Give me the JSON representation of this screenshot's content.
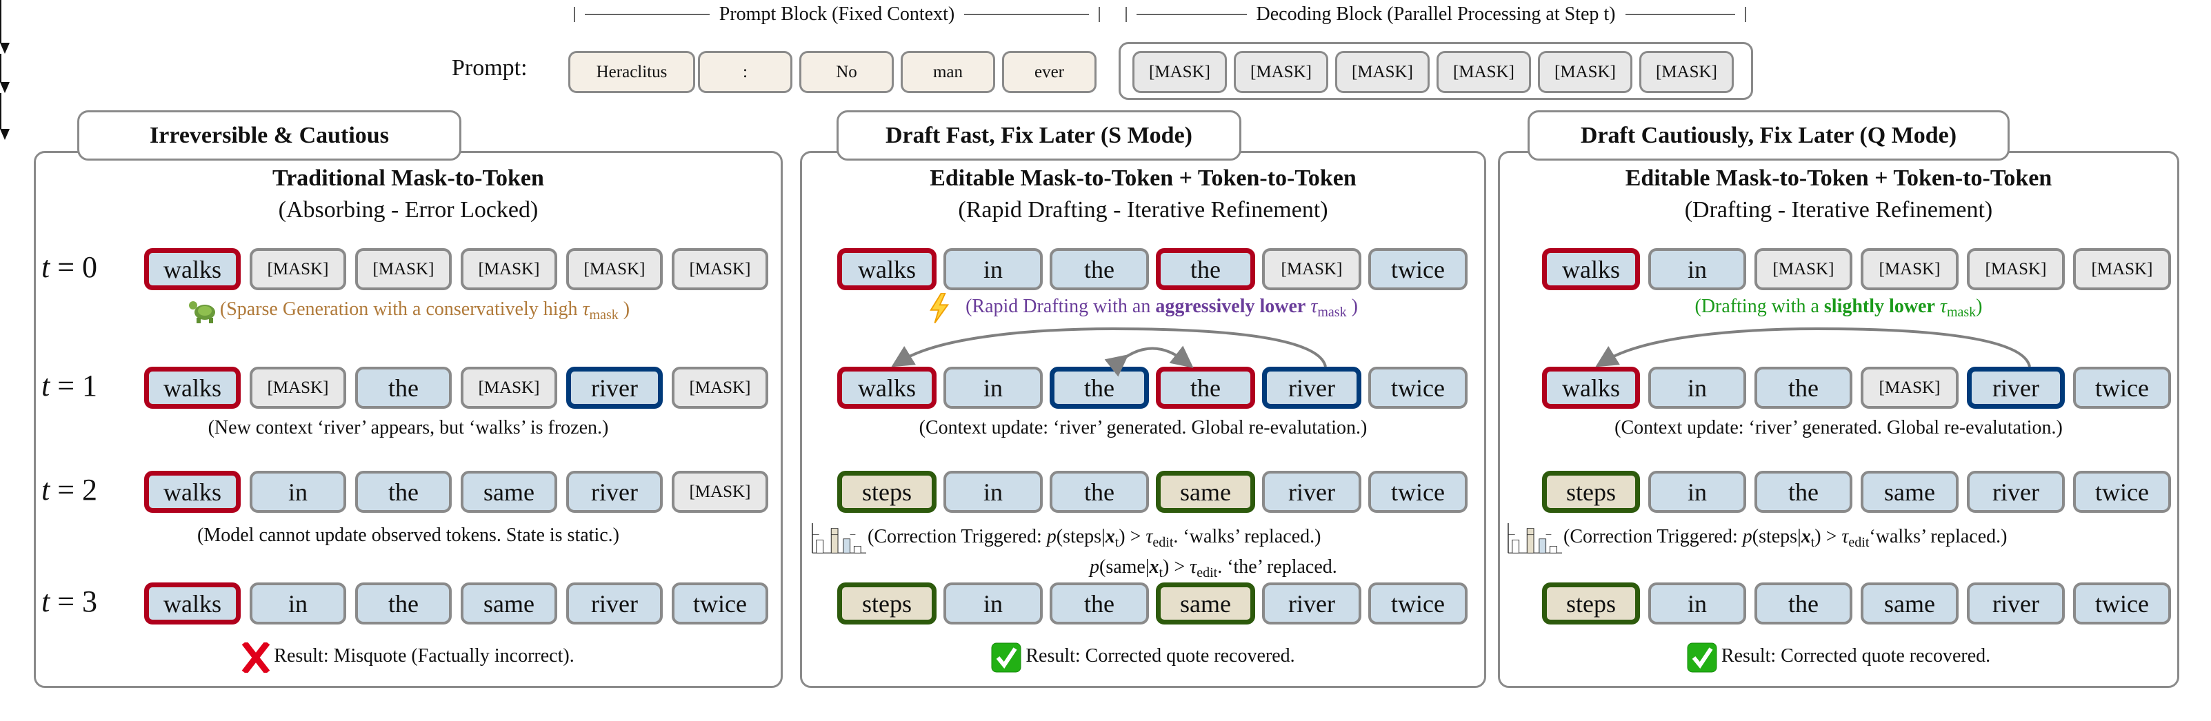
{
  "header": {
    "prompt_block": "Prompt Block (Fixed Context)",
    "decoding_block": "Decoding Block (Parallel Processing at Step t)",
    "prompt_label": "Prompt:",
    "prompt_tokens": [
      "Heraclitus",
      ":",
      "No",
      "man",
      "ever"
    ],
    "decoding_tokens": [
      "[MASK]",
      "[MASK]",
      "[MASK]",
      "[MASK]",
      "[MASK]",
      "[MASK]"
    ]
  },
  "colors": {
    "token_fill": "#cddde9",
    "mask_fill": "#e8e8e8",
    "prompt_fill": "#f5efe6",
    "edited_fill": "#e6dfcb",
    "red_border": "#b0001c",
    "blue_border": "#003a7a",
    "green_border": "#2d5a0c",
    "caption_orange": "#b07a3a",
    "caption_purple": "#6a3d9a",
    "caption_green": "#1a9a1a"
  },
  "panels": [
    {
      "tab": "Irreversible & Cautious",
      "title": "Traditional Mask-to-Token",
      "subtitle": "(Absorbing - Error Locked)",
      "time_labels": [
        [
          "t",
          " = 0"
        ],
        [
          "t",
          " = 1"
        ],
        [
          "t",
          " = 2"
        ],
        [
          "t",
          " = 3"
        ]
      ],
      "rows": [
        [
          {
            "text": "walks",
            "state": "red"
          },
          {
            "text": "[MASK]",
            "state": "mask"
          },
          {
            "text": "[MASK]",
            "state": "mask"
          },
          {
            "text": "[MASK]",
            "state": "mask"
          },
          {
            "text": "[MASK]",
            "state": "mask"
          },
          {
            "text": "[MASK]",
            "state": "mask"
          }
        ],
        [
          {
            "text": "walks",
            "state": "red"
          },
          {
            "text": "[MASK]",
            "state": "mask"
          },
          {
            "text": "the",
            "state": "plain"
          },
          {
            "text": "[MASK]",
            "state": "mask"
          },
          {
            "text": "river",
            "state": "blue"
          },
          {
            "text": "[MASK]",
            "state": "mask"
          }
        ],
        [
          {
            "text": "walks",
            "state": "red"
          },
          {
            "text": "in",
            "state": "plain"
          },
          {
            "text": "the",
            "state": "plain"
          },
          {
            "text": "same",
            "state": "plain"
          },
          {
            "text": "river",
            "state": "plain"
          },
          {
            "text": "[MASK]",
            "state": "mask"
          }
        ],
        [
          {
            "text": "walks",
            "state": "red"
          },
          {
            "text": "in",
            "state": "plain"
          },
          {
            "text": "the",
            "state": "plain"
          },
          {
            "text": "same",
            "state": "plain"
          },
          {
            "text": "river",
            "state": "plain"
          },
          {
            "text": "twice",
            "state": "plain"
          }
        ]
      ],
      "captions": [
        {
          "icon": "turtle-icon",
          "color": "#b07a3a",
          "segments": [
            {
              "t": "(Sparse Generation with a conservatively high "
            },
            {
              "t": "τ",
              "s": "tau"
            },
            {
              "t": "mask",
              "s": "sub"
            },
            {
              "t": " )"
            }
          ]
        },
        {
          "color": "#111",
          "segments": [
            {
              "t": "(New context ‘river’ appears, but ‘walks’ is frozen.)"
            }
          ]
        },
        {
          "color": "#111",
          "segments": [
            {
              "t": "(Model cannot update observed tokens. State is static.)"
            }
          ]
        }
      ],
      "result": {
        "icon": "red-x-icon",
        "text": "Result: Misquote (Factually incorrect)."
      }
    },
    {
      "tab": "Draft Fast, Fix Later (S Mode)",
      "title": "Editable Mask-to-Token + Token-to-Token",
      "subtitle": "(Rapid Drafting - Iterative Refinement)",
      "rows": [
        [
          {
            "text": "walks",
            "state": "red"
          },
          {
            "text": "in",
            "state": "plain"
          },
          {
            "text": "the",
            "state": "plain"
          },
          {
            "text": "the",
            "state": "red"
          },
          {
            "text": "[MASK]",
            "state": "mask"
          },
          {
            "text": "twice",
            "state": "plain"
          }
        ],
        [
          {
            "text": "walks",
            "state": "red"
          },
          {
            "text": "in",
            "state": "plain"
          },
          {
            "text": "the",
            "state": "blue"
          },
          {
            "text": "the",
            "state": "red"
          },
          {
            "text": "river",
            "state": "blue"
          },
          {
            "text": "twice",
            "state": "plain"
          }
        ],
        [
          {
            "text": "steps",
            "state": "green"
          },
          {
            "text": "in",
            "state": "plain"
          },
          {
            "text": "the",
            "state": "plain"
          },
          {
            "text": "same",
            "state": "green"
          },
          {
            "text": "river",
            "state": "plain"
          },
          {
            "text": "twice",
            "state": "plain"
          }
        ],
        [
          {
            "text": "steps",
            "state": "green"
          },
          {
            "text": "in",
            "state": "plain"
          },
          {
            "text": "the",
            "state": "plain"
          },
          {
            "text": "same",
            "state": "green"
          },
          {
            "text": "river",
            "state": "plain"
          },
          {
            "text": "twice",
            "state": "plain"
          }
        ]
      ],
      "captions": [
        {
          "icon": "lightning-icon",
          "color": "#6a3d9a",
          "segments": [
            {
              "t": "(Rapid Drafting with an "
            },
            {
              "t": "aggressively lower",
              "s": "bold"
            },
            {
              "t": " "
            },
            {
              "t": "τ",
              "s": "tau"
            },
            {
              "t": "mask",
              "s": "sub"
            },
            {
              "t": " )"
            }
          ]
        },
        {
          "color": "#111",
          "segments": [
            {
              "t": "(Context update: ‘river’ generated. Global re-evalutation.)"
            }
          ]
        },
        {
          "icon": "bar-chart-icon",
          "color": "#111",
          "segments": [
            {
              "t": "(Correction Triggered: "
            },
            {
              "t": "p",
              "s": "math"
            },
            {
              "t": "(steps|"
            },
            {
              "t": "x",
              "s": "mathb"
            },
            {
              "t": "t",
              "s": "sub"
            },
            {
              "t": ") > "
            },
            {
              "t": "τ",
              "s": "tau"
            },
            {
              "t": "edit",
              "s": "sub"
            },
            {
              "t": ". ‘walks’ replaced.)"
            }
          ]
        },
        {
          "color": "#111",
          "segments": [
            {
              "t": "p",
              "s": "math"
            },
            {
              "t": "(same|"
            },
            {
              "t": "x",
              "s": "mathb"
            },
            {
              "t": "t",
              "s": "sub"
            },
            {
              "t": ") > "
            },
            {
              "t": "τ",
              "s": "tau"
            },
            {
              "t": "edit",
              "s": "sub"
            },
            {
              "t": ". ‘the’ replaced."
            }
          ]
        }
      ],
      "result": {
        "icon": "green-check-icon",
        "text": "Result: Corrected quote recovered."
      }
    },
    {
      "tab": "Draft Cautiously, Fix Later (Q Mode)",
      "title": "Editable Mask-to-Token + Token-to-Token",
      "subtitle": "(Drafting - Iterative Refinement)",
      "rows": [
        [
          {
            "text": "walks",
            "state": "red"
          },
          {
            "text": "in",
            "state": "plain"
          },
          {
            "text": "[MASK]",
            "state": "mask"
          },
          {
            "text": "[MASK]",
            "state": "mask"
          },
          {
            "text": "[MASK]",
            "state": "mask"
          },
          {
            "text": "[MASK]",
            "state": "mask"
          }
        ],
        [
          {
            "text": "walks",
            "state": "red"
          },
          {
            "text": "in",
            "state": "plain"
          },
          {
            "text": "the",
            "state": "plain"
          },
          {
            "text": "[MASK]",
            "state": "mask"
          },
          {
            "text": "river",
            "state": "blue"
          },
          {
            "text": "twice",
            "state": "plain"
          }
        ],
        [
          {
            "text": "steps",
            "state": "green"
          },
          {
            "text": "in",
            "state": "plain"
          },
          {
            "text": "the",
            "state": "plain"
          },
          {
            "text": "same",
            "state": "plain"
          },
          {
            "text": "river",
            "state": "plain"
          },
          {
            "text": "twice",
            "state": "plain"
          }
        ],
        [
          {
            "text": "steps",
            "state": "green"
          },
          {
            "text": "in",
            "state": "plain"
          },
          {
            "text": "the",
            "state": "plain"
          },
          {
            "text": "same",
            "state": "plain"
          },
          {
            "text": "river",
            "state": "plain"
          },
          {
            "text": "twice",
            "state": "plain"
          }
        ]
      ],
      "captions": [
        {
          "color": "#1a9a1a",
          "segments": [
            {
              "t": "(Drafting with a "
            },
            {
              "t": "slightly lower",
              "s": "bold"
            },
            {
              "t": "  "
            },
            {
              "t": "τ",
              "s": "tau"
            },
            {
              "t": "mask",
              "s": "sub"
            },
            {
              "t": ")"
            }
          ]
        },
        {
          "color": "#111",
          "segments": [
            {
              "t": "(Context update: ‘river’ generated. Global re-evalutation.)"
            }
          ]
        },
        {
          "icon": "bar-chart-icon",
          "color": "#111",
          "segments": [
            {
              "t": "(Correction Triggered: "
            },
            {
              "t": "p",
              "s": "math"
            },
            {
              "t": "(steps|"
            },
            {
              "t": "x",
              "s": "mathb"
            },
            {
              "t": "t",
              "s": "sub"
            },
            {
              "t": ") > "
            },
            {
              "t": "τ",
              "s": "tau"
            },
            {
              "t": "edit",
              "s": "sub"
            },
            {
              "t": "‘walks’ replaced.)"
            }
          ]
        }
      ],
      "result": {
        "icon": "green-check-icon",
        "text": "Result: Corrected quote recovered."
      }
    }
  ]
}
